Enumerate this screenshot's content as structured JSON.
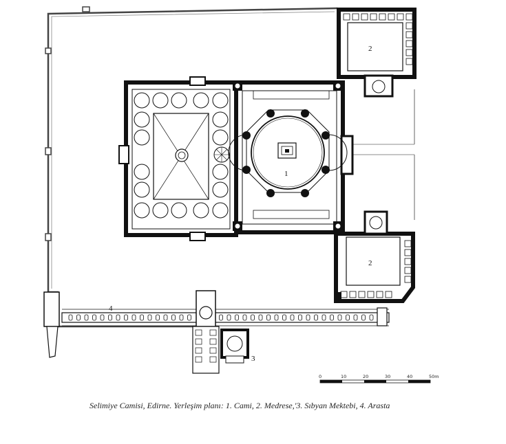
{
  "labels": {
    "cami": "1",
    "medrese_north": "2",
    "medrese_south": "2",
    "sibyan_mektebi": "3",
    "arasta": "4"
  },
  "scale": {
    "ticks": [
      "0",
      "10",
      "20",
      "30",
      "40",
      "50m"
    ]
  },
  "caption": "Selimiye Camisi, Edirne. Yerleşim planı: 1. Cami, 2. Medrese,'3. Sıbyan Mektebi, 4. Arasta"
}
